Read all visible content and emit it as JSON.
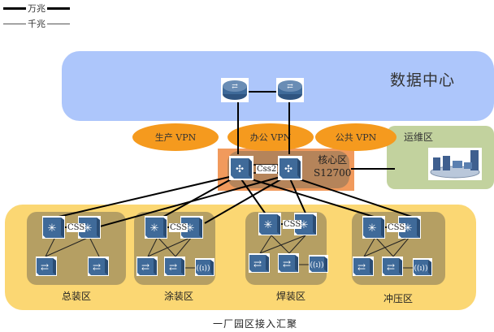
{
  "legend": {
    "items": [
      {
        "label": "万兆",
        "style": "thick"
      },
      {
        "label": "千兆",
        "style": "thin"
      }
    ]
  },
  "data_center": {
    "title": "数据中心",
    "routers": [
      "router-1",
      "router-2"
    ]
  },
  "vpns": [
    {
      "label": "生产 VPN"
    },
    {
      "label": "办公 VPN"
    },
    {
      "label": "公共 VPN"
    }
  ],
  "ops_zone": {
    "label": "运维区",
    "icon": "server-cluster-icon"
  },
  "core": {
    "label_line1": "核心区",
    "label_line2": "S12700",
    "stack_label": "Css2"
  },
  "access_areas": [
    {
      "label": "总装区",
      "stack_label": "CSS",
      "access_switches": 2,
      "wireless_ap": false
    },
    {
      "label": "涂装区",
      "stack_label": "CSS",
      "access_switches": 2,
      "wireless_ap": true
    },
    {
      "label": "焊装区",
      "stack_label": "CSS",
      "access_switches": 2,
      "wireless_ap": true
    },
    {
      "label": "冲压区",
      "stack_label": "CSS",
      "access_switches": 2,
      "wireless_ap": true
    }
  ],
  "caption": "一厂园区接入汇聚",
  "colors": {
    "data_center": "#adc6fb",
    "vpn": "#f59a1e",
    "ops_zone": "#c2d29e",
    "core_outer": "#f19a5c",
    "core_inner": "#b5845a",
    "access_zone": "#fbd773",
    "access_sub": "#b59f63",
    "device": "#3f6a99"
  }
}
